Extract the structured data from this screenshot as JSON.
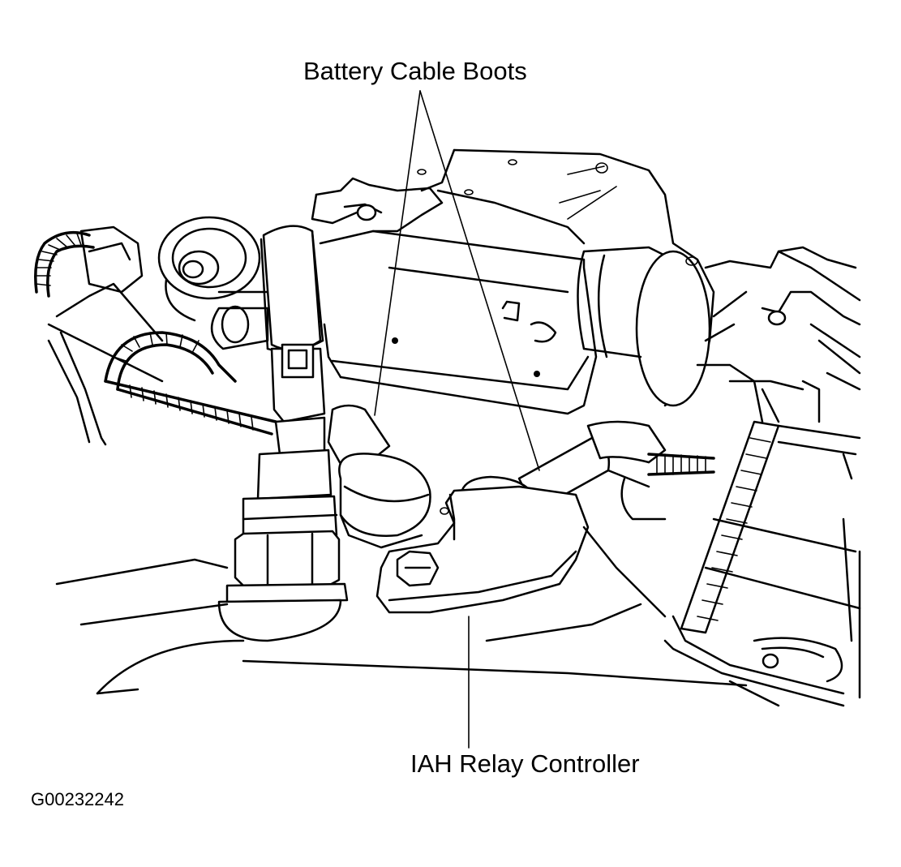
{
  "callouts": {
    "battery_cable_boots": "Battery Cable Boots",
    "iah_relay_controller": "IAH Relay Controller"
  },
  "figure_id": "G00232242",
  "colors": {
    "line": "#000000",
    "background": "#ffffff"
  }
}
